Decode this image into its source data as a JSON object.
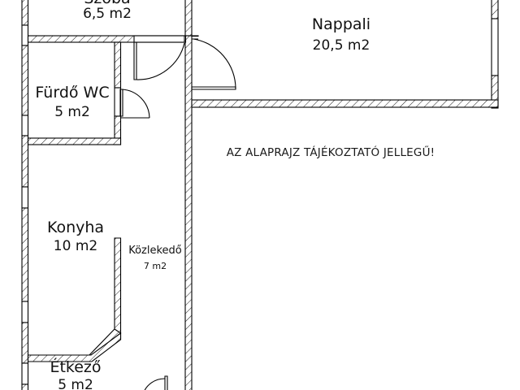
{
  "document": {
    "type": "floor-plan",
    "language": "hu",
    "background_color": "#ffffff",
    "line_color": "#000000"
  },
  "disclaimer": {
    "text": "AZ ALAPRAJZ TÁJÉKOZTATÓ JELLEGŰ!"
  },
  "rooms": [
    {
      "id": "szoba",
      "name": "Szoba",
      "area": "6,5 m2",
      "name_truncated_at_top": true
    },
    {
      "id": "nappali",
      "name": "Nappali",
      "area": "20,5 m2"
    },
    {
      "id": "furdo-wc",
      "name": "Fürdő WC",
      "area": "5 m2"
    },
    {
      "id": "konyha",
      "name": "Konyha",
      "area": "10 m2"
    },
    {
      "id": "kozlekedo",
      "name": "Közlekedő",
      "area": "7 m2"
    },
    {
      "id": "etkezo",
      "name": "Étkező",
      "area": "5 m2"
    }
  ]
}
